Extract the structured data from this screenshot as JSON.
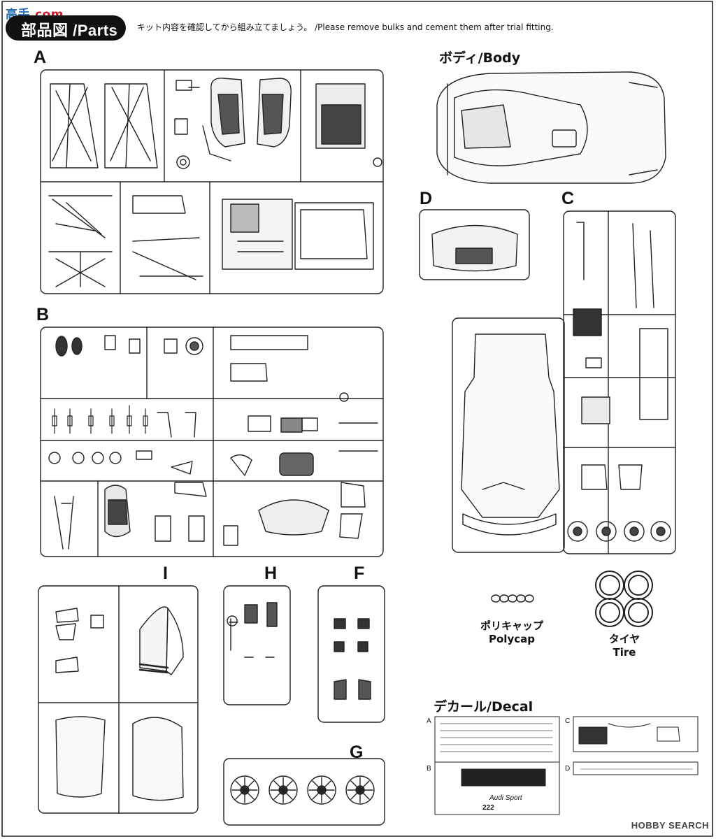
{
  "watermark_top": {
    "text": "高手",
    "url": ".com"
  },
  "header": {
    "title": "部品図 /Parts",
    "instruction": "キット内容を確認してから組み立てましょう。 /Please remove bulks and cement them after trial fitting."
  },
  "sprues": {
    "A": "A",
    "B": "B",
    "C": "C",
    "D": "D",
    "F": "F",
    "G": "G",
    "H": "H",
    "I": "I"
  },
  "labels": {
    "body": "ボディ/Body",
    "polycap_jp": "ポリキャップ",
    "polycap_en": "Polycap",
    "tire_jp": "タイヤ",
    "tire_en": "Tire",
    "decal": "デカール/Decal"
  },
  "decal_sheets": [
    "A",
    "B",
    "C",
    "D"
  ],
  "decal_texts": {
    "audi_sport": "Audi Sport",
    "number": "222"
  },
  "watermark": "HOBBY SEARCH"
}
